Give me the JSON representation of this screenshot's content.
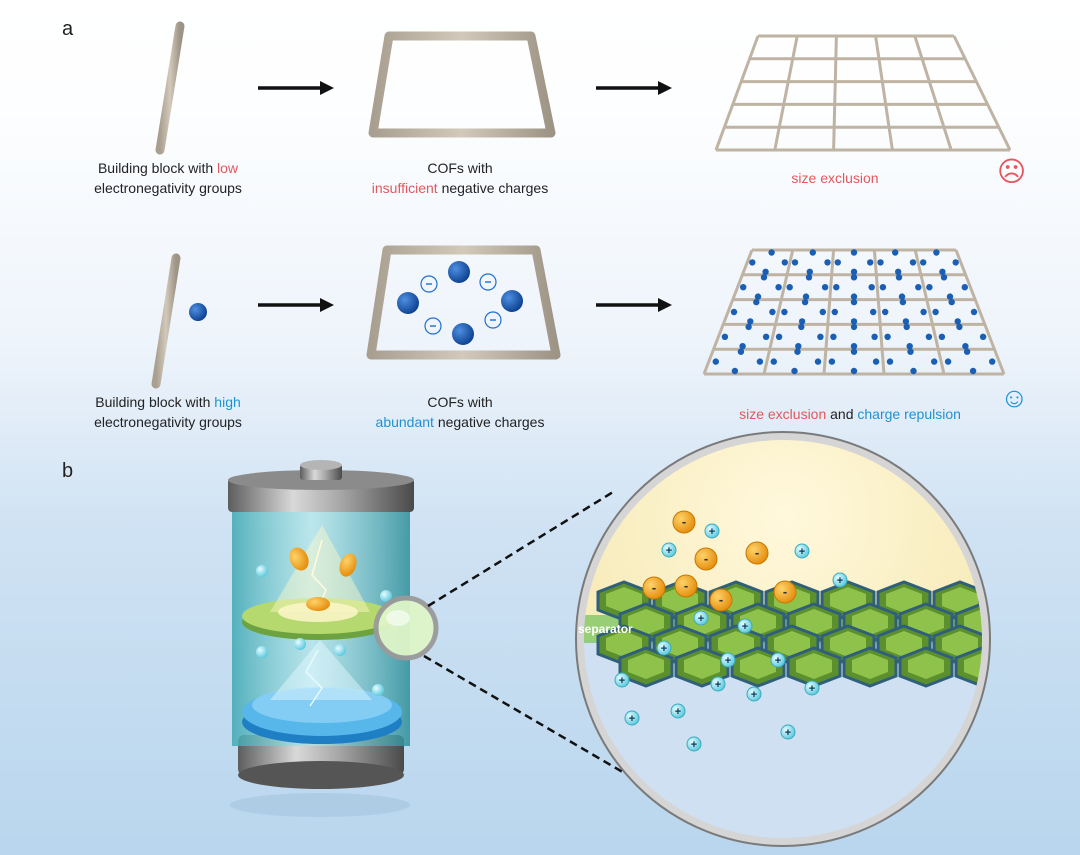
{
  "panel_a_label": "a",
  "panel_b_label": "b",
  "row1": {
    "block_caption_pre": "Building block with ",
    "block_caption_highlight": "low",
    "block_caption_line2": "electronegativity groups",
    "cof_caption_line1": "COFs with",
    "cof_caption_highlight": "insufficient",
    "cof_caption_post": " negative charges",
    "result_caption": "size exclusion",
    "face": "☹"
  },
  "row2": {
    "block_caption_pre": "Building block with ",
    "block_caption_highlight": "high",
    "block_caption_line2": "electronegativity groups",
    "cof_caption_line1": "COFs with",
    "cof_caption_highlight": "abundant",
    "cof_caption_post": " negative charges",
    "result_caption_part1": "size exclusion",
    "result_caption_mid": " and ",
    "result_caption_part2": "charge repulsion",
    "face": "☺"
  },
  "separator_label": "separator",
  "minus_symbol": "-",
  "plus_symbol": "+",
  "colors": {
    "rod": "#c2b8a8",
    "charge_blue": "#1a5fb4",
    "highlight_red": "#e2585e",
    "highlight_blue": "#1d93d4",
    "anion_orange": "#f2a51e",
    "cation_cyan": "#8fe3ef"
  }
}
